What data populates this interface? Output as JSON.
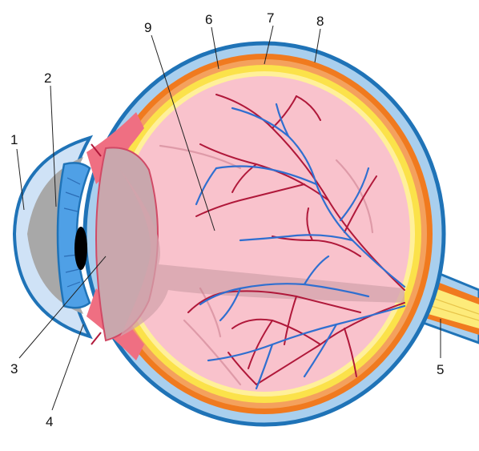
{
  "labels": {
    "l1": "1",
    "l2": "2",
    "l3": "3",
    "l4": "4",
    "l5": "5",
    "l6": "6",
    "l7": "7",
    "l8": "8",
    "l9": "9"
  },
  "colors": {
    "sclera": "#1f73b7",
    "sclera_fill": "#a9cfee",
    "choroid": "#f07a1f",
    "retina": "#fbe24a",
    "vitreous": "#f9c2cc",
    "lens": "#c9a7ad",
    "iris": "#1f73b7",
    "pupil": "#000000",
    "cornea": "#cfe2f6",
    "anterior_chamber": "#a8a8a8",
    "optic_nerve": "#fdeb7a",
    "artery": "#b0183a",
    "vein": "#2f6fd0"
  }
}
